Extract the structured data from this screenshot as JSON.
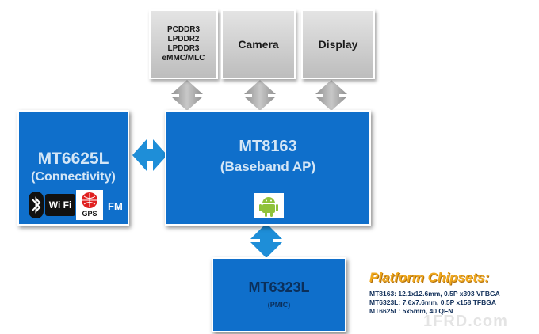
{
  "memory": {
    "lines": [
      "PCDDR3",
      "LPDDR2",
      "LPDDR3",
      "eMMC/MLC"
    ]
  },
  "camera": {
    "label": "Camera"
  },
  "display": {
    "label": "Display"
  },
  "connectivity": {
    "title": "MT6625L",
    "subtitle": "(Connectivity)",
    "icons": [
      "bluetooth-icon",
      "wifi-icon",
      "gps-icon"
    ],
    "wifi_text": "Wi Fi",
    "gps_text": "GPS",
    "fm_label": "FM"
  },
  "baseband": {
    "title": "MT8163",
    "subtitle": "(Baseband AP)",
    "icon": "android-icon"
  },
  "pmic": {
    "title": "MT6323L",
    "subtitle": "(PMIC)"
  },
  "platform": {
    "title": "Platform Chipsets:",
    "specs": [
      "MT8163: 12.1x12.6mm, 0.5P x393 VFBGA",
      "MT6323L: 7.6x7.6mm, 0.5P x158 TFBGA",
      "MT6625L: 5x5mm, 40 QFN"
    ]
  },
  "watermark": {
    "text": "1FRD.com"
  },
  "colors": {
    "block_blue": "#0f6fcb",
    "arrow_blue": "#1e8ed8",
    "arrow_gray": "#a9a9a9",
    "platform_title": "#f0a81c",
    "gray_box": "#d6d6d6"
  }
}
